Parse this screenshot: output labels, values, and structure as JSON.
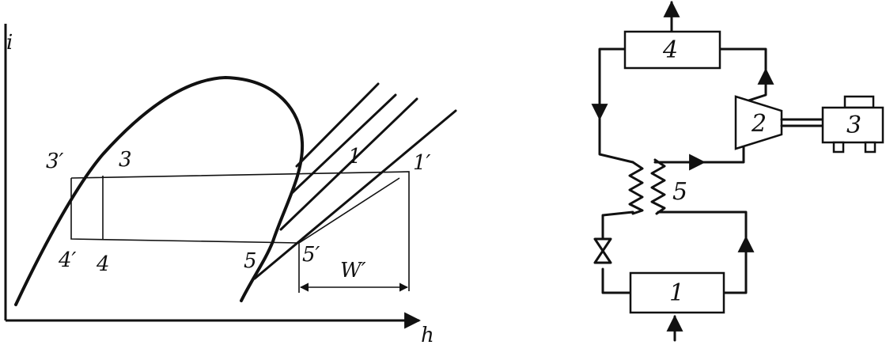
{
  "diagram": {
    "left": {
      "axis_y_label": "i",
      "axis_x_label": "h",
      "point_labels": {
        "p3_prime": "3′",
        "p3": "3",
        "p1": "1",
        "p1_prime": "1′",
        "p4_prime": "4′",
        "p4": "4",
        "p5": "5",
        "p5_prime": "5′",
        "w_prime": "W′"
      }
    },
    "right": {
      "evaporator": "1",
      "compressor": "2",
      "motor": "3",
      "condenser": "4",
      "heat_exchanger": "5"
    }
  }
}
